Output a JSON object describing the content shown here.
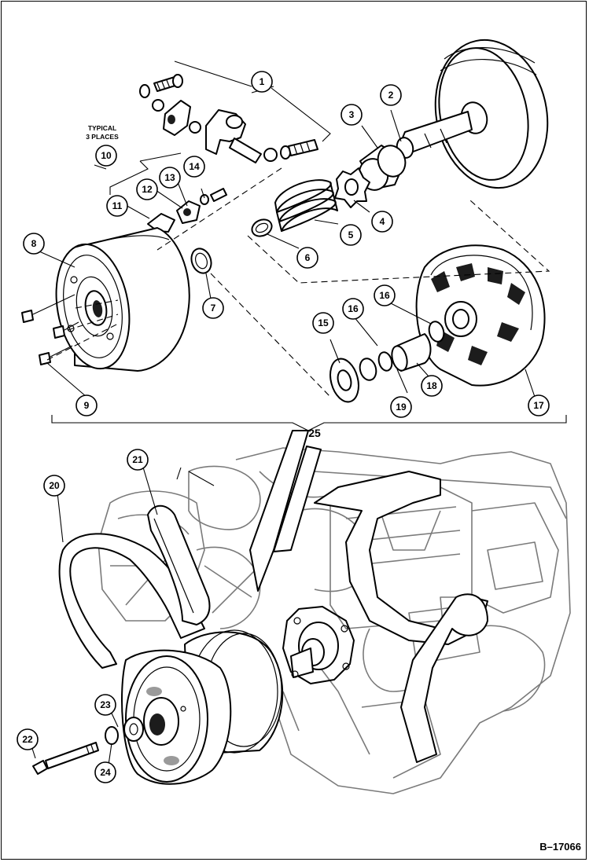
{
  "figure_id": "B–17066",
  "note": {
    "line1": "TYPICAL",
    "line2": "3 PLACES"
  },
  "callouts": [
    "1",
    "2",
    "3",
    "4",
    "5",
    "6",
    "7",
    "8",
    "9",
    "10",
    "11",
    "12",
    "13",
    "14",
    "15",
    "16",
    "16",
    "17",
    "18",
    "19",
    "20",
    "21",
    "22",
    "23",
    "24",
    "25"
  ],
  "colors": {
    "ink": "#000000",
    "paper": "#ffffff",
    "engine_line": "#7a7a7a"
  }
}
